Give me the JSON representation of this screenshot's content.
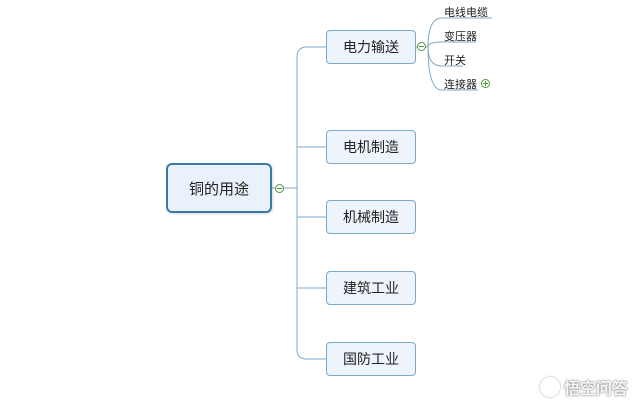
{
  "mindmap": {
    "root": "铜的用途",
    "branches": [
      {
        "label": "电力输送",
        "children": [
          "电线电缆",
          "变压器",
          "开关",
          "连接器"
        ]
      },
      {
        "label": "电机制造"
      },
      {
        "label": "机械制造"
      },
      {
        "label": "建筑工业"
      },
      {
        "label": "国防工业"
      }
    ]
  },
  "watermark": {
    "text": "悟空问答",
    "icon": "wukong-logo-icon"
  },
  "colors": {
    "line": "#7fa8c9",
    "root_border": "#3b7aa6",
    "node_fill": "#eef4fb",
    "toggle": "#4a9a3a"
  }
}
